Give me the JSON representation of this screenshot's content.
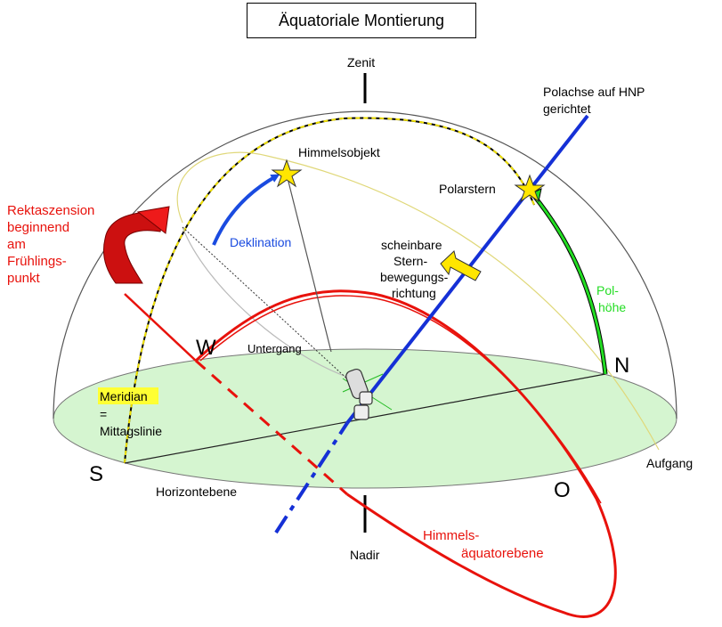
{
  "title": "Äquatoriale Montierung",
  "labels": {
    "zenit": "Zenit",
    "nadir": "Nadir",
    "polachse_line1": "Polachse auf HNP",
    "polachse_line2": "gerichtet",
    "himmelsobjekt": "Himmelsobjekt",
    "polarstern": "Polarstern",
    "deklination": "Deklination",
    "scheinbare_line1": "scheinbare",
    "scheinbare_line2": "Stern-",
    "scheinbare_line3": "bewegungs-",
    "scheinbare_line4": "richtung",
    "polhoehe_line1": "Pol-",
    "polhoehe_line2": "höhe",
    "rektaszension_line1": "Rektaszension",
    "rektaszension_line2": "beginnend",
    "rektaszension_line3": "am",
    "rektaszension_line4": "Frühlings-",
    "rektaszension_line5": "punkt",
    "untergang": "Untergang",
    "aufgang": "Aufgang",
    "west": "W",
    "north": "N",
    "south": "S",
    "east": "O",
    "meridian": "Meridian",
    "equals": "=",
    "mittagslinie": "Mittagslinie",
    "horizontebene": "Horizontebene",
    "himmels_line1": "Himmels-",
    "himmels_line2": "äquatorebene"
  },
  "colors": {
    "horizon_fill": "#d5f5d0",
    "equator": "#e8120c",
    "polar_axis": "#1530d6",
    "declination": "#1a4be0",
    "polhoehe": "#22dd22",
    "star": "#ffe600",
    "meridian_dash": "#f0e000",
    "highlight": "#ffff33"
  }
}
